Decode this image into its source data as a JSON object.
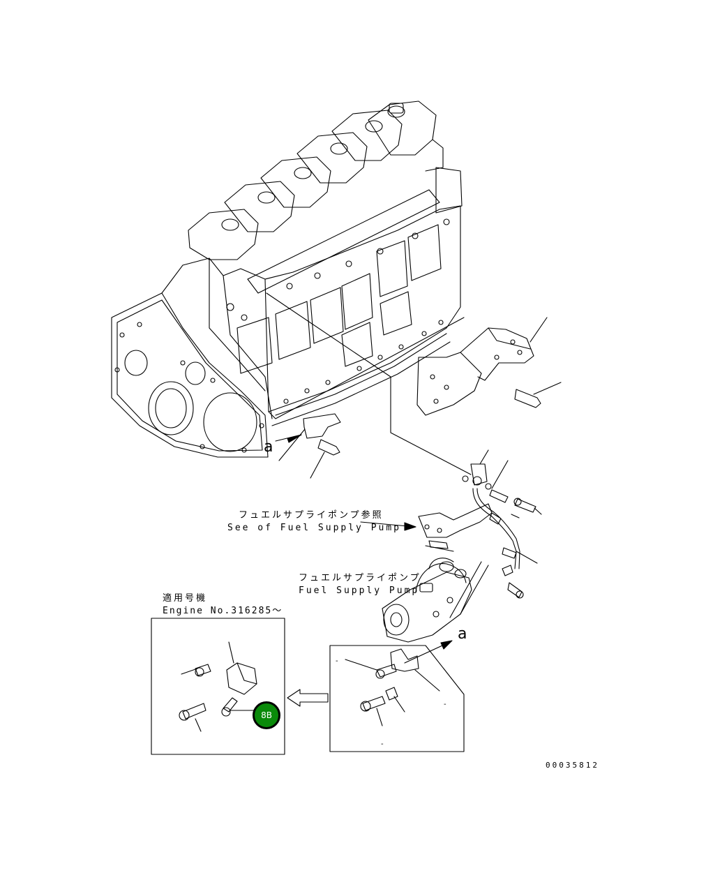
{
  "labels": {
    "fuel_supply_pump_ref_jp": "フュエルサプライポンプ参照",
    "fuel_supply_pump_ref_en": "See of Fuel Supply Pump",
    "fuel_supply_pump_jp": "フュエルサプライポンプ",
    "fuel_supply_pump_en": "Fuel Supply Pump",
    "applicable_jp": "適用号機",
    "engine_no": "Engine No.316285～",
    "view_a_1": "a",
    "view_a_2": "a",
    "doc_number": "00035812"
  },
  "badge": {
    "text": "8B",
    "color": "#0a8a0a"
  },
  "dash_marks": [
    "-",
    "-",
    "-"
  ]
}
